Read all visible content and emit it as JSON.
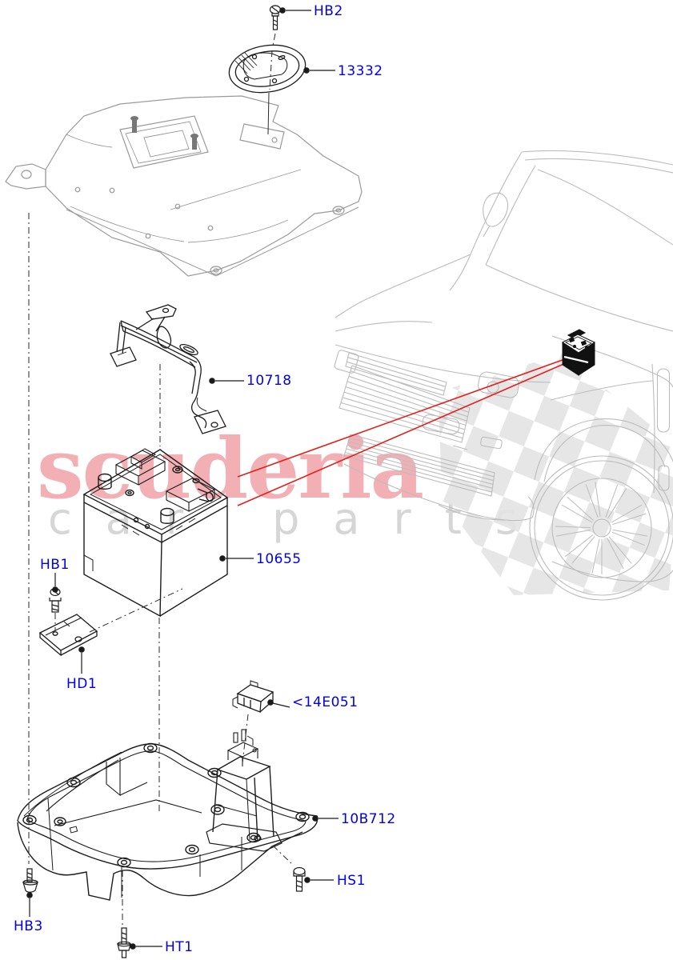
{
  "watermark": {
    "brand": "scuderia",
    "tagline": "car parts"
  },
  "callouts": {
    "hb2": "HB2",
    "p13332": "13332",
    "p10718": "10718",
    "p10655": "10655",
    "hb1": "HB1",
    "hd1": "HD1",
    "p14e051": "<14E051",
    "p10b712": "10B712",
    "hs1": "HS1",
    "hb3": "HB3",
    "ht1": "HT1"
  },
  "colors": {
    "callout_text": "#0000ee",
    "leader_line": "#1a1a1a",
    "location_line_red": "#e3201b",
    "part_ink": "#1c1c1c",
    "cover_gray": "#9a9a9a",
    "vehicle_gray": "#bcbcbc",
    "watermark_pink": "#f2b0b5",
    "watermark_gray": "#d6d6d6",
    "checker_gray": "#e3e3e3"
  }
}
